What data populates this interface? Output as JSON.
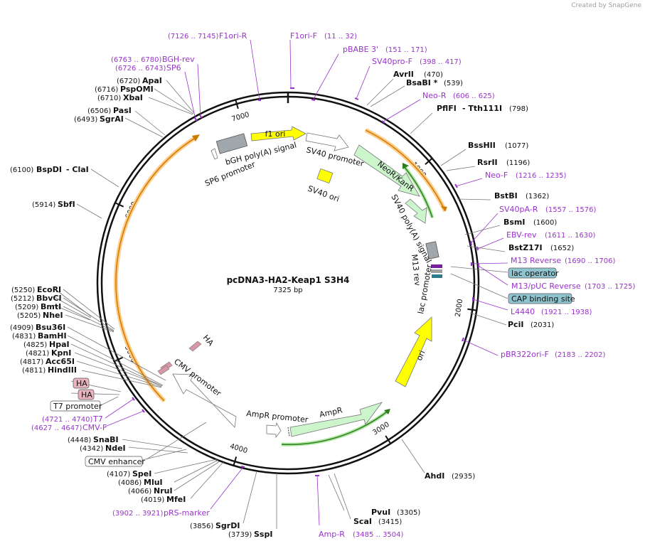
{
  "watermark": "Created by SnapGene",
  "plasmid": {
    "name": "pcDNA3-HA2-Keap1 S3H4",
    "size_label": "7325 bp",
    "length": 7325
  },
  "ticks": [
    "1000",
    "2000",
    "3000",
    "4000",
    "5000",
    "6000",
    "7000"
  ],
  "features": [
    {
      "name": "f1 ori",
      "label": "f1 ori"
    },
    {
      "name": "SV40 promoter",
      "label": "SV40 promoter"
    },
    {
      "name": "NeoR/KanR",
      "label": "NeoR/KanR"
    },
    {
      "name": "SV40 poly(A) signal",
      "label": "SV40 poly(A) signal"
    },
    {
      "name": "SV40 ori",
      "label": "SV40 ori"
    },
    {
      "name": "bGH poly(A) signal",
      "label": "bGH poly(A) signal"
    },
    {
      "name": "SP6 promoter",
      "label": "SP6 promoter"
    },
    {
      "name": "M13 rev",
      "label": "M13 rev"
    },
    {
      "name": "lac promoter",
      "label": "lac promoter"
    },
    {
      "name": "ori",
      "label": "ori"
    },
    {
      "name": "AmpR",
      "label": "AmpR"
    },
    {
      "name": "AmpR promoter",
      "label": "AmpR promoter"
    },
    {
      "name": "CMV promoter",
      "label": "CMV promoter"
    },
    {
      "name": "HA",
      "label": "HA"
    }
  ],
  "enzymes": [
    {
      "name": "AvrII",
      "pos": "(470)"
    },
    {
      "name": "BsaBI *",
      "pos": "(539)"
    },
    {
      "name": "PflFI",
      "pos": ""
    },
    {
      "name": "- Tth111I",
      "pos": "(798)"
    },
    {
      "name": "BssHII",
      "pos": "(1077)"
    },
    {
      "name": "RsrII",
      "pos": "(1196)"
    },
    {
      "name": "BstBI",
      "pos": "(1362)"
    },
    {
      "name": "BsmI",
      "pos": "(1600)"
    },
    {
      "name": "BstZ17I",
      "pos": "(1652)"
    },
    {
      "name": "PciI",
      "pos": "(2031)"
    },
    {
      "name": "AhdI",
      "pos": "(2935)"
    },
    {
      "name": "PvuI",
      "pos": "(3305)"
    },
    {
      "name": "ScaI",
      "pos": "(3415)"
    },
    {
      "name": "SspI",
      "pos": "(3739)"
    },
    {
      "name": "SgrDI",
      "pos": "(3856)"
    },
    {
      "name": "MfeI",
      "pos": "(4019)"
    },
    {
      "name": "NruI",
      "pos": "(4066)"
    },
    {
      "name": "MluI",
      "pos": "(4086)"
    },
    {
      "name": "SpeI",
      "pos": "(4107)"
    },
    {
      "name": "NdeI",
      "pos": "(4342)"
    },
    {
      "name": "SnaBI",
      "pos": "(4448)"
    },
    {
      "name": "HindIII",
      "pos": "(4811)"
    },
    {
      "name": "Acc65I",
      "pos": "(4817)"
    },
    {
      "name": "KpnI",
      "pos": "(4821)"
    },
    {
      "name": "HpaI",
      "pos": "(4825)"
    },
    {
      "name": "BamHI",
      "pos": "(4831)"
    },
    {
      "name": "Bsu36I",
      "pos": "(4909)"
    },
    {
      "name": "NheI",
      "pos": "(5205)"
    },
    {
      "name": "BmtI",
      "pos": "(5209)"
    },
    {
      "name": "BbvCI",
      "pos": "(5212)"
    },
    {
      "name": "EcoRI",
      "pos": "(5250)"
    },
    {
      "name": "SbfI",
      "pos": "(5914)"
    },
    {
      "name": "BspDI",
      "pos": "(6100)"
    },
    {
      "name": "- ClaI",
      "pos": ""
    },
    {
      "name": "SgrAI",
      "pos": "(6493)"
    },
    {
      "name": "PasI",
      "pos": "(6506)"
    },
    {
      "name": "XbaI",
      "pos": "(6710)"
    },
    {
      "name": "PspOMI",
      "pos": "(6716)"
    },
    {
      "name": "ApaI",
      "pos": "(6720)"
    }
  ],
  "primers": [
    {
      "name": "F1ori-R",
      "pos": "(7126 .. 7145)"
    },
    {
      "name": "F1ori-F",
      "pos": "(11 .. 32)"
    },
    {
      "name": "pBABE 3'",
      "pos": "(151 .. 171)"
    },
    {
      "name": "SV40pro-F",
      "pos": "(398 .. 417)"
    },
    {
      "name": "Neo-R",
      "pos": "(606 .. 625)"
    },
    {
      "name": "Neo-F",
      "pos": "(1216 .. 1235)"
    },
    {
      "name": "SV40pA-R",
      "pos": "(1557 .. 1576)"
    },
    {
      "name": "EBV-rev",
      "pos": "(1611 .. 1630)"
    },
    {
      "name": "M13 Reverse",
      "pos": "(1690 .. 1706)"
    },
    {
      "name": "M13/pUC Reverse",
      "pos": "(1703 .. 1725)"
    },
    {
      "name": "L4440",
      "pos": "(1921 .. 1938)"
    },
    {
      "name": "pBR322ori-F",
      "pos": "(2183 .. 2202)"
    },
    {
      "name": "Amp-R",
      "pos": "(3485 .. 3504)"
    },
    {
      "name": "pRS-marker",
      "pos": "(3902 .. 3921)"
    },
    {
      "name": "CMV-F",
      "pos": "(4627 .. 4647)"
    },
    {
      "name": "T7",
      "pos": "(4721 .. 4740)"
    },
    {
      "name": "BGH-rev",
      "pos": "(6763 .. 6780)"
    },
    {
      "name": "SP6",
      "pos": "(6726 .. 6743)"
    }
  ],
  "boxed_features": [
    {
      "name": "lac operator",
      "color": "#8fc4cf"
    },
    {
      "name": "CAP binding site",
      "color": "#8fc4cf"
    },
    {
      "name": "T7 promoter",
      "color": "#ffffff"
    },
    {
      "name": "CMV enhancer",
      "color": "#ffffff"
    },
    {
      "name": "HA",
      "color": "#e7b3bd"
    },
    {
      "name": "HA",
      "color": "#e7b3bd"
    }
  ],
  "colors": {
    "primer": "#9933cc",
    "orf": "#ffb040",
    "neo_arrow": "#ccf5cc",
    "ori_yellow": "#ffff00",
    "polyA_gray": "#a0a8ae"
  }
}
